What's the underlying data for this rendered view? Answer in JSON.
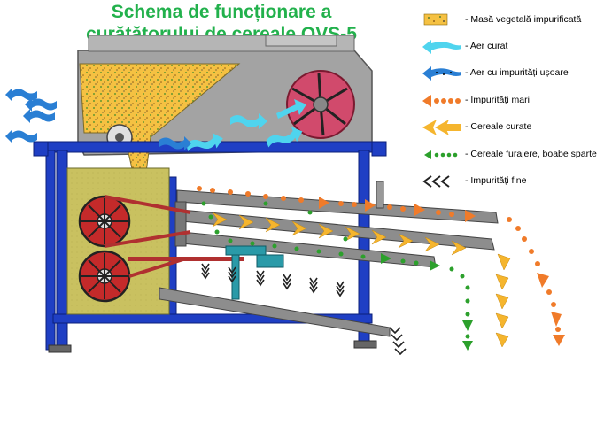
{
  "title": {
    "line1": "Schema de funcționare a",
    "line2": "curățătorului de cereale OVS-5"
  },
  "legend": [
    {
      "label": "- Masă vegetală impurificată",
      "icon": "mixed-mass-icon",
      "color": "#f5c142"
    },
    {
      "label": "- Aer curat",
      "icon": "clean-air-arrow-icon",
      "color": "#4fd4ee"
    },
    {
      "label": "- Aer cu impurități ușoare",
      "icon": "dusty-air-arrow-icon",
      "color": "#2a7fd4"
    },
    {
      "label": "- Impurități mari",
      "icon": "large-impurities-arrow-icon",
      "color": "#f07b2a"
    },
    {
      "label": "- Cereale curate",
      "icon": "clean-grain-arrow-icon",
      "color": "#f5b52e"
    },
    {
      "label": "- Cereale furajere, boabe sparte",
      "icon": "fodder-grain-arrow-icon",
      "color": "#2ca02c"
    },
    {
      "label": "- Impurități fine",
      "icon": "fine-impurities-chevron-icon",
      "color": "#222222"
    }
  ],
  "machine_colors": {
    "frame": "#1f3fc4",
    "housing": "#9a9a9a",
    "panel": "#c8c05a",
    "fan": "#d4456a",
    "belt": "#b03030",
    "sieve": "#8a8a8a"
  }
}
